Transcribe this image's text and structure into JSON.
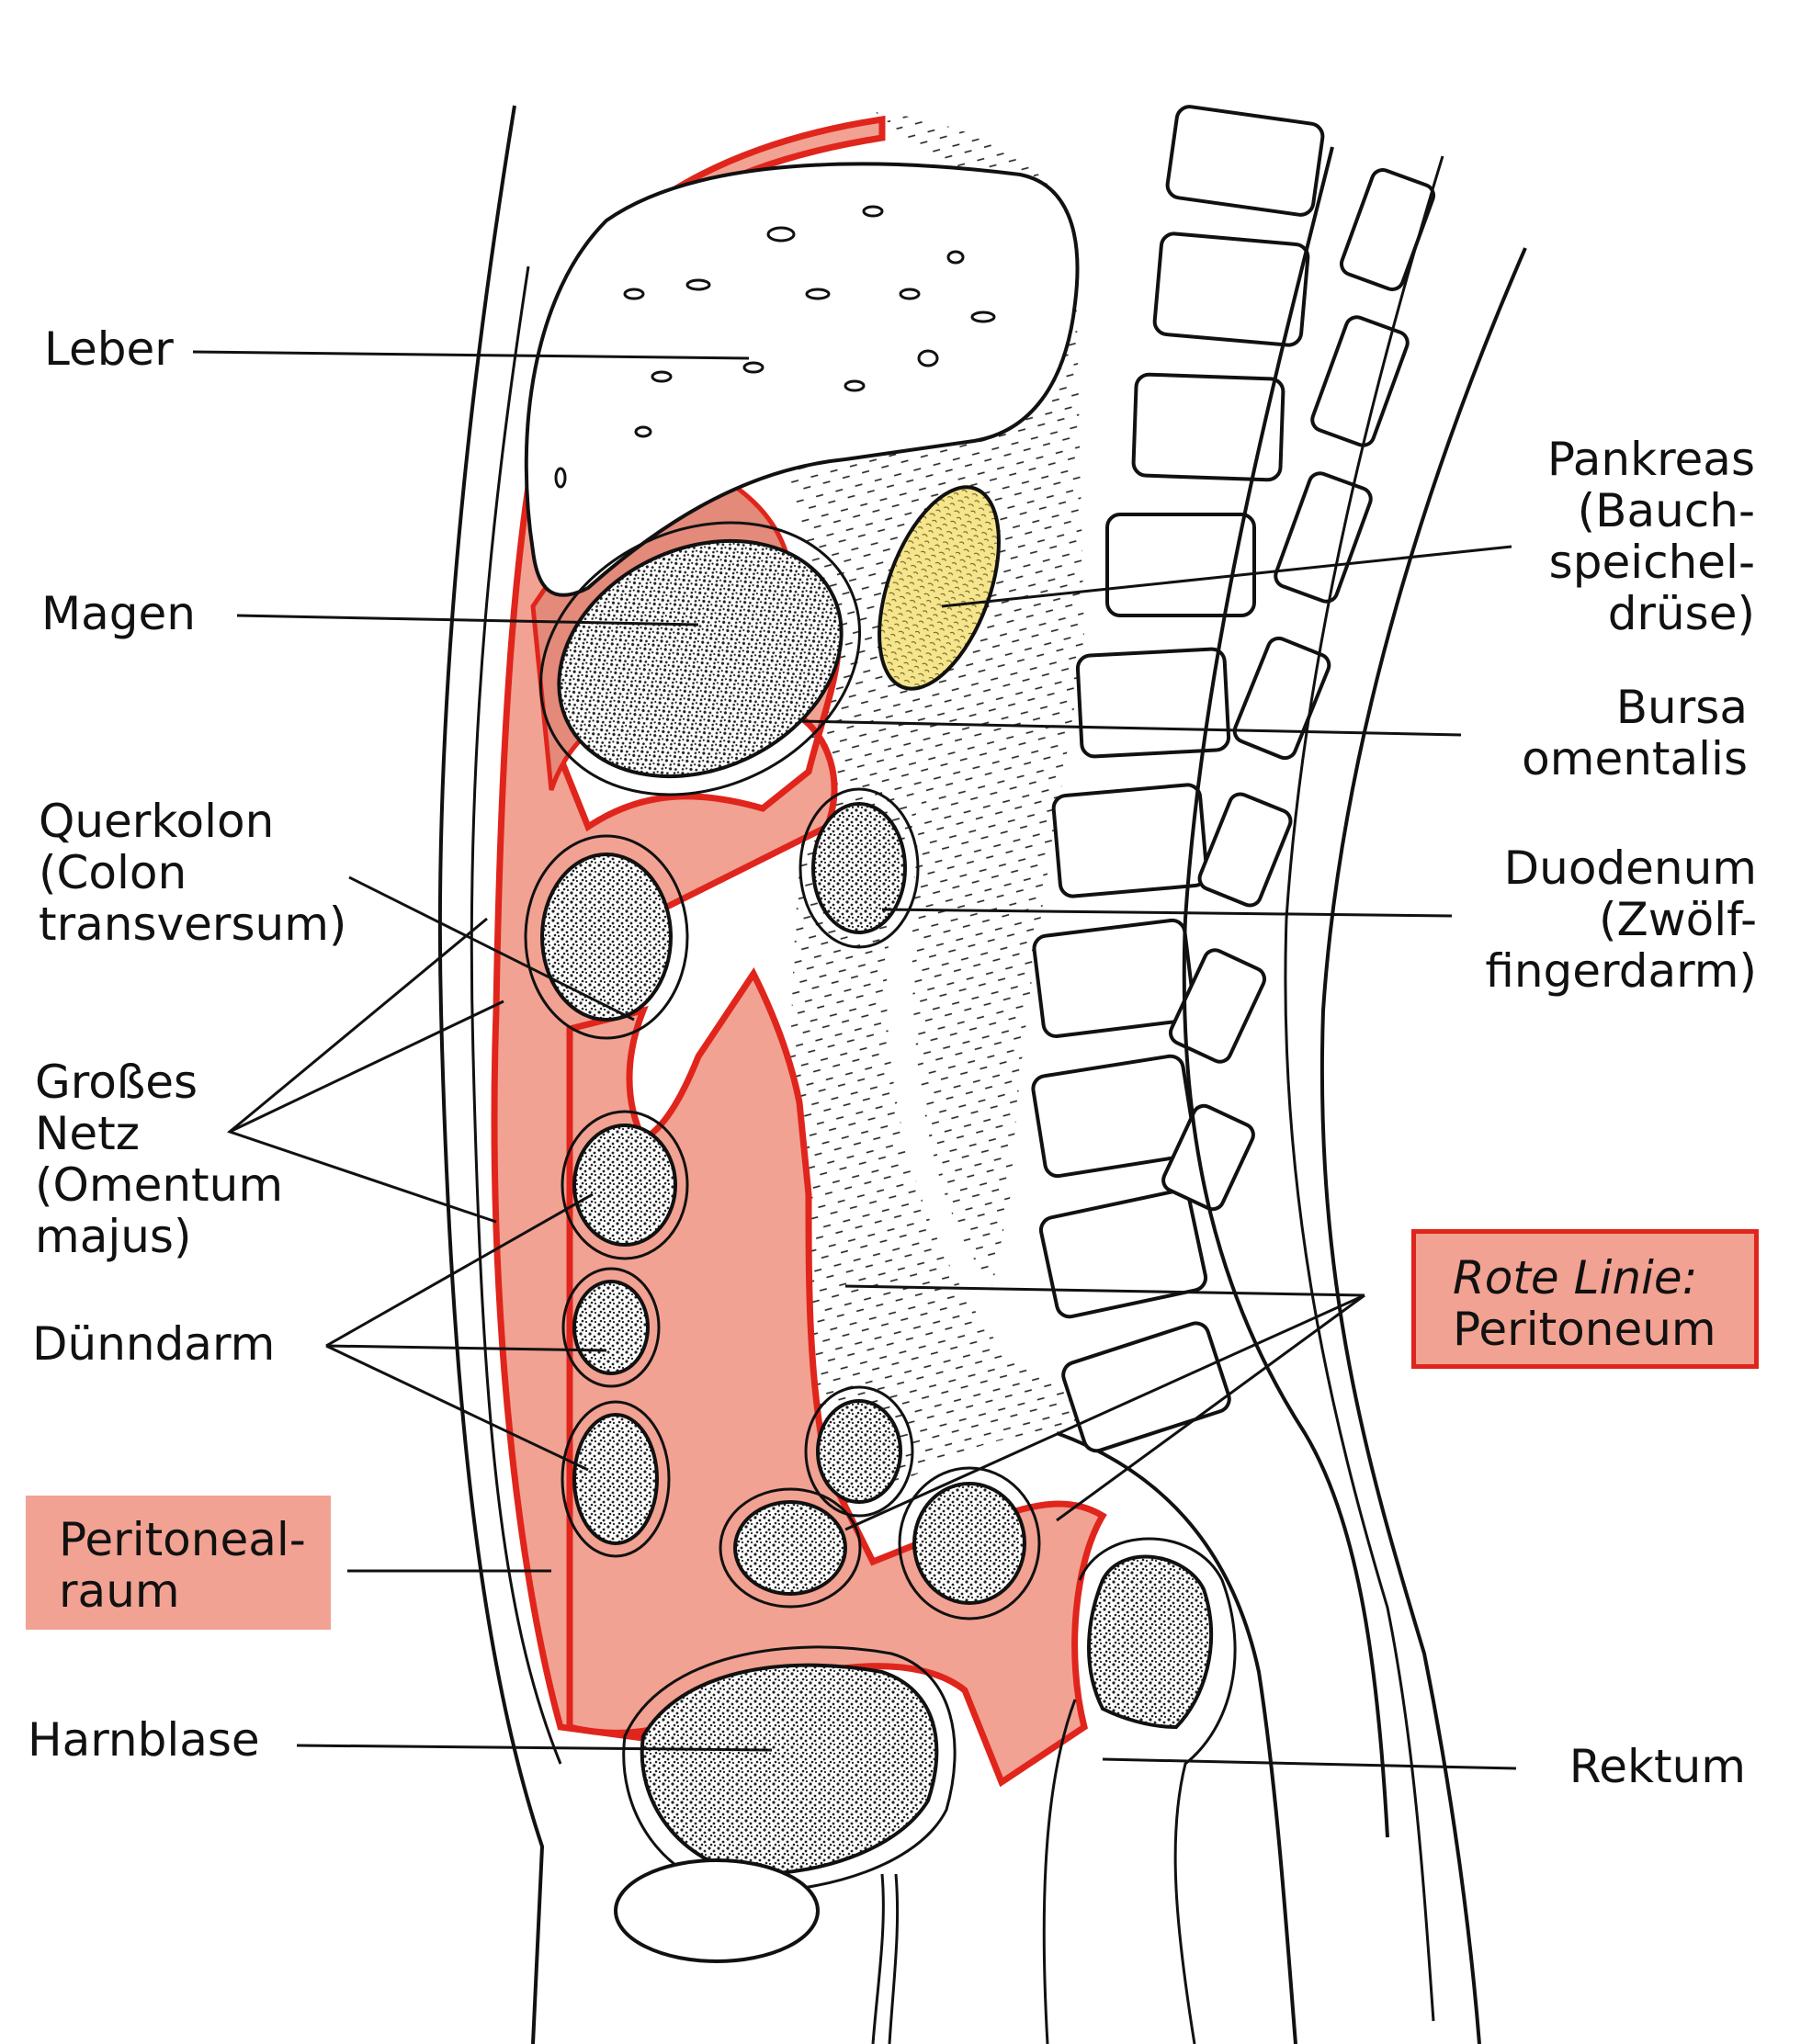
{
  "labels": {
    "leber": "Leber",
    "magen": "Magen",
    "querkolon": [
      "Querkolon",
      "(Colon",
      "transversum)"
    ],
    "grosses_netz": [
      "Großes",
      "Netz",
      "(Omentum",
      "majus)"
    ],
    "duenndarm": "Dünndarm",
    "peritonealraum": [
      "Peritoneal-",
      "raum"
    ],
    "harnblase": "Harnblase",
    "pankreas": [
      "Pankreas",
      "(Bauch-",
      "speichel-",
      "drüse)"
    ],
    "bursa": [
      "Bursa",
      "omentalis"
    ],
    "duodenum": [
      "Duodenum",
      "(Zwölf-",
      "fingerdarm)"
    ],
    "rektum": "Rektum",
    "rote_linie": "Rote Linie:",
    "peritoneum": "Peritoneum"
  },
  "colors": {
    "peritoneal_fill": "#f2a292",
    "peritoneum_line": "#e0251c",
    "pancreas_fill": "#f5e58c",
    "outline": "#111111",
    "organ_stipple": "#2a2a2a"
  }
}
